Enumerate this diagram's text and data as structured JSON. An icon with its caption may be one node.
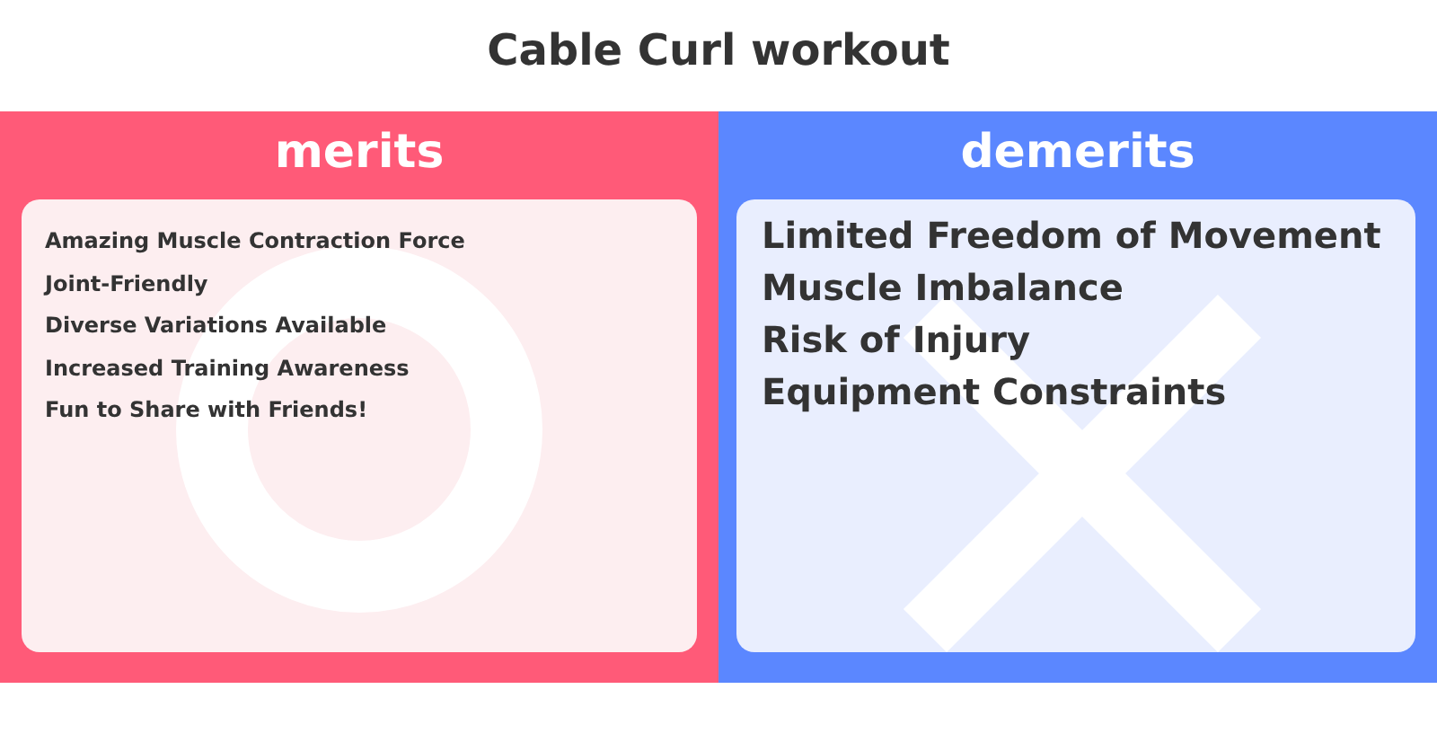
{
  "diagram": {
    "title": "Cable Curl workout",
    "nodes": [
      {
        "text": [
          "merits"
        ]
      },
      {
        "text": [
          "Amazing Muscle Contraction Force",
          "Joint-Friendly",
          "Diverse Variations Available",
          "Increased Training Awareness",
          "Fun to Share with Friends!"
        ],
        "in": 0
      },
      {
        "text": [
          "demerits"
        ]
      },
      {
        "text": [
          "Limited Freedom of Movement",
          "Muscle Imbalance",
          "Risk of Injury",
          "Equipment Constraints"
        ],
        "in": 2
      }
    ],
    "edges": []
  }
}
